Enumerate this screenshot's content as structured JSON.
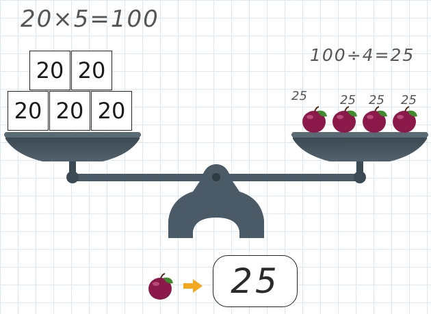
{
  "annotations": {
    "left_equation": "20×5=100",
    "right_equation": "100÷4=25"
  },
  "left_pan": {
    "weights": [
      "20",
      "20",
      "20",
      "20",
      "20"
    ]
  },
  "right_pan": {
    "plum_labels": [
      "25",
      "25",
      "25",
      "25"
    ],
    "item_icon": "plum-icon"
  },
  "answer": {
    "value": "25"
  },
  "colors": {
    "scale": "#4a5a66",
    "plum": "#8b1a4a",
    "leaf": "#3f8a2e",
    "arrow": "#f2a91f"
  }
}
